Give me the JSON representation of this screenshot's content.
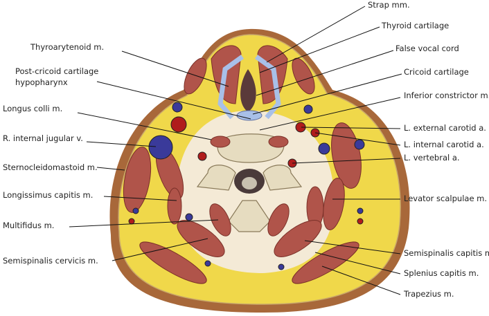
{
  "labels": {
    "left": [
      {
        "text": "Thyroarytenoid m."
      },
      {
        "text": "Post-cricoid cartilage",
        "text2": "hypopharynx"
      },
      {
        "text": "Longus colli m."
      },
      {
        "text": "R. internal jugular v."
      },
      {
        "text": "Sternocleidomastoid m."
      },
      {
        "text": "Longissimus capitis m."
      },
      {
        "text": "Multifidus m."
      },
      {
        "text": "Semispinalis cervicis m."
      }
    ],
    "right": [
      {
        "text": "Strap mm."
      },
      {
        "text": "Thyroid cartilage"
      },
      {
        "text": "False vocal cord"
      },
      {
        "text": "Cricoid cartilage"
      },
      {
        "text": "Inferior constrictor m."
      },
      {
        "text": "L. external carotid a."
      },
      {
        "text": "L. internal carotid a."
      },
      {
        "text": "L. vertebral a."
      },
      {
        "text": "Levator scalpulae m."
      },
      {
        "text": "Semispinalis capitis m."
      },
      {
        "text": "Splenius capitis m."
      },
      {
        "text": "Trapezius m."
      }
    ]
  },
  "colors": {
    "skin": "#a8683a",
    "fat": "#f0d84a",
    "muscle": "#b0544a",
    "bone": "#e6dcc0",
    "vein": "#3a3a9a",
    "artery": "#b01c1c",
    "cartilage": "#a8c0e8"
  }
}
